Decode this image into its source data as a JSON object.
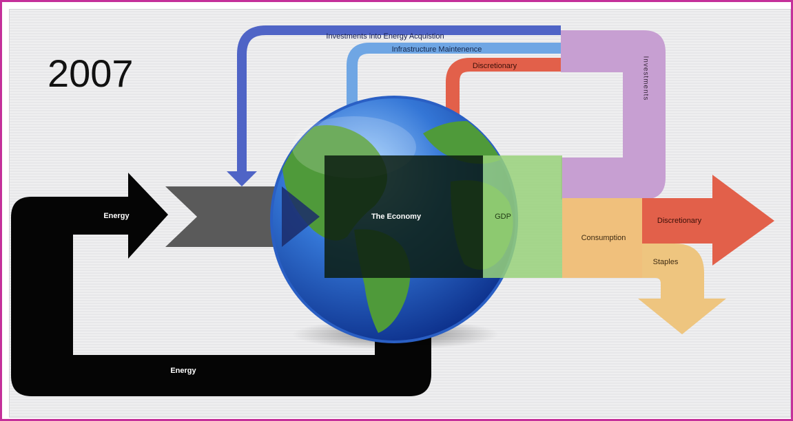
{
  "year": "2007",
  "labels": {
    "investments_energy_acquisition": "Investments into Energy Acquistion",
    "infrastructure_maintenance": "Infrastructure Maintenence",
    "discretionary_top": "Discretionary",
    "investments": "Investments",
    "energy_input": "Energy",
    "economy": "The Economy",
    "gdp": "GDP",
    "consumption": "Consumption",
    "discretionary_right": "Discretionary",
    "staples": "Staples",
    "energy_loop": "Energy"
  },
  "colors": {
    "frame": "#c4309a",
    "investments_energy_acquisition": "#4f64c6",
    "infrastructure_maintenance": "#6fa6e4",
    "discretionary": "#e2604a",
    "investments": "#c79fd2",
    "energy": "#050505",
    "energy_arrow_gray": "#5a5a5a",
    "economy": "#16281a",
    "gdp": "#98d17a",
    "consumption": "#f0c07c",
    "staples": "#eec57f"
  },
  "icons": {
    "globe": "globe-icon"
  }
}
